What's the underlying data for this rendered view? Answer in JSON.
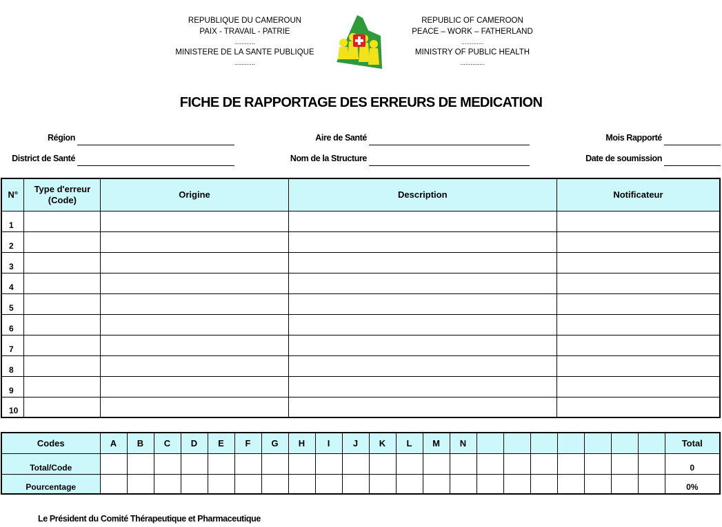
{
  "header": {
    "left": {
      "line1": "REPUBLIQUE DU CAMEROUN",
      "line2": "PAIX - TRAVAIL - PATRIE",
      "dots1": "............",
      "line3": "MINISTERE DE LA SANTE PUBLIQUE",
      "dots2": "............"
    },
    "right": {
      "line1": "REPUBLIC OF CAMEROON",
      "line2": "PEACE – WORK – FATHERLAND",
      "dots1": ".............",
      "line3": "MINISTRY OF PUBLIC HEALTH",
      "dots2": ".............."
    },
    "logo_colors": {
      "green": "#2f9a3a",
      "yellow": "#f2e21a",
      "red": "#e02020"
    }
  },
  "title": "FICHE DE RAPPORTAGE DES ERREURS DE MEDICATION",
  "fields": {
    "region": "Région",
    "aire": "Aire de Santé",
    "mois": "Mois Rapporté",
    "district": "District de Santé",
    "structure": "Nom de la Structure",
    "date": "Date de soumission"
  },
  "table": {
    "headers": {
      "num": "N°",
      "type_line1": "Type d'erreur",
      "type_line2": "(Code)",
      "origine": "Origine",
      "description": "Description",
      "notificateur": "Notificateur"
    },
    "rows": [
      "1",
      "2",
      "3",
      "4",
      "5",
      "6",
      "7",
      "8",
      "9",
      "10"
    ]
  },
  "codes": {
    "label": "Codes",
    "letters": [
      "A",
      "B",
      "C",
      "D",
      "E",
      "F",
      "G",
      "H",
      "I",
      "J",
      "K",
      "L",
      "M",
      "N",
      "",
      "",
      "",
      "",
      "",
      "",
      ""
    ],
    "total_label": "Total",
    "total_code_label": "Total/Code",
    "total_code_value": "0",
    "pourcentage_label": "Pourcentage",
    "pourcentage_value": "0%"
  },
  "footer": "Le Président du Comité Thérapeutique et Pharmaceutique",
  "colors": {
    "header_fill": "#ccf7fb"
  }
}
